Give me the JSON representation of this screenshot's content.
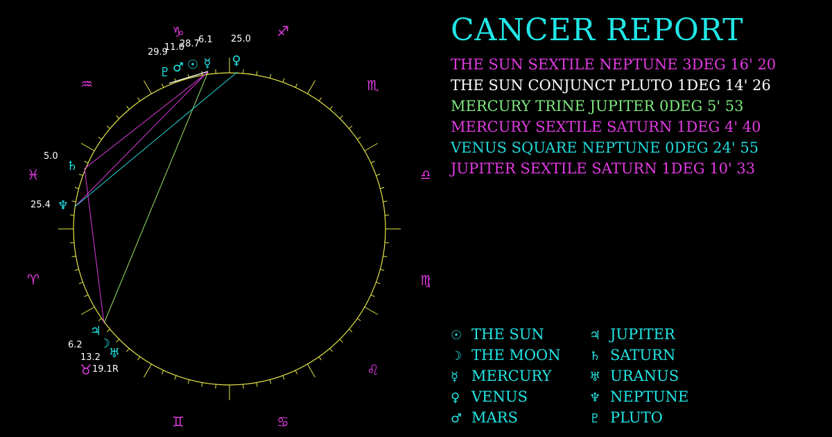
{
  "report": {
    "title": "CANCER REPORT",
    "aspects": [
      {
        "text": "THE SUN SEXTILE NEPTUNE 3DEG 16' 20",
        "color": "#e23be2"
      },
      {
        "text": "THE SUN CONJUNCT PLUTO 1DEG 14' 26",
        "color": "#ffffff"
      },
      {
        "text": "MERCURY TRINE JUPITER 0DEG 5' 53",
        "color": "#7de87d"
      },
      {
        "text": "MERCURY SEXTILE SATURN 1DEG 4' 40",
        "color": "#e23be2"
      },
      {
        "text": "VENUS SQUARE NEPTUNE 0DEG 24' 55",
        "color": "#22d8d8"
      },
      {
        "text": "JUPITER SEXTILE SATURN 1DEG 10' 33",
        "color": "#e23be2"
      }
    ]
  },
  "legend": {
    "left": [
      {
        "glyph": "☉",
        "icon": "sun-icon",
        "label": "THE SUN"
      },
      {
        "glyph": "☽",
        "icon": "moon-icon",
        "label": "THE MOON"
      },
      {
        "glyph": "☿",
        "icon": "mercury-icon",
        "label": "MERCURY"
      },
      {
        "glyph": "♀",
        "icon": "venus-icon",
        "label": "VENUS"
      },
      {
        "glyph": "♂",
        "icon": "mars-icon",
        "label": "MARS"
      }
    ],
    "right": [
      {
        "glyph": "♃",
        "icon": "jupiter-icon",
        "label": "JUPITER"
      },
      {
        "glyph": "♄",
        "icon": "saturn-icon",
        "label": "SATURN"
      },
      {
        "glyph": "♅",
        "icon": "uranus-icon",
        "label": "URANUS"
      },
      {
        "glyph": "♆",
        "icon": "neptune-icon",
        "label": "NEPTUNE"
      },
      {
        "glyph": "♇",
        "icon": "pluto-icon",
        "label": "PLUTO"
      }
    ]
  },
  "wheel": {
    "zodiac": [
      {
        "glyph": "♑",
        "icon": "capricorn-icon"
      },
      {
        "glyph": "♐",
        "icon": "sagittarius-icon"
      },
      {
        "glyph": "♏",
        "icon": "scorpio-icon"
      },
      {
        "glyph": "♎",
        "icon": "libra-icon"
      },
      {
        "glyph": "♍",
        "icon": "virgo-icon"
      },
      {
        "glyph": "♌",
        "icon": "leo-icon"
      },
      {
        "glyph": "♋",
        "icon": "cancer-icon"
      },
      {
        "glyph": "♊",
        "icon": "gemini-icon"
      },
      {
        "glyph": "♉",
        "icon": "taurus-icon"
      },
      {
        "glyph": "♈",
        "icon": "aries-icon"
      },
      {
        "glyph": "♓",
        "icon": "pisces-icon"
      },
      {
        "glyph": "♒",
        "icon": "aquarius-icon"
      }
    ],
    "planets": [
      {
        "glyph": "♀",
        "icon": "venus-icon",
        "degree": "25.0"
      },
      {
        "glyph": "☿",
        "icon": "mercury-icon",
        "degree": "6.1"
      },
      {
        "glyph": "☉",
        "icon": "sun-icon",
        "degree": "28.7"
      },
      {
        "glyph": "♂",
        "icon": "mars-icon",
        "degree": "11.0"
      },
      {
        "glyph": "♇",
        "icon": "pluto-icon",
        "degree": "29.9"
      },
      {
        "glyph": "♄",
        "icon": "saturn-icon",
        "degree": "5.0"
      },
      {
        "glyph": "♆",
        "icon": "neptune-icon",
        "degree": "25.4"
      },
      {
        "glyph": "♃",
        "icon": "jupiter-icon",
        "degree": "6.2"
      },
      {
        "glyph": "☽",
        "icon": "moon-icon",
        "degree": "13.2"
      },
      {
        "glyph": "♅",
        "icon": "uranus-icon",
        "degree": "19.1R"
      }
    ],
    "colors": {
      "ring": "#e8e84a",
      "zodiac": "#e23be2",
      "planet": "#22e6e6",
      "degree": "#ffffff"
    }
  }
}
